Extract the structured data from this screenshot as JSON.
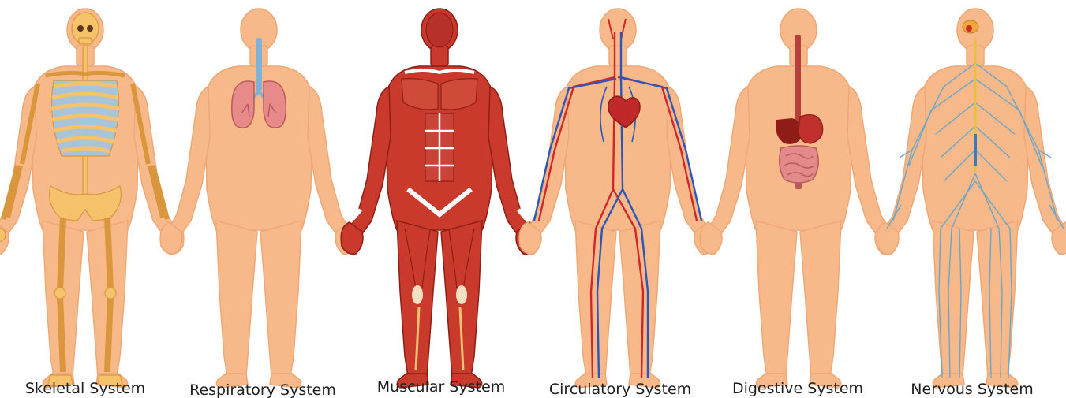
{
  "colors": {
    "skin": "#f8b98a",
    "skin_outline": "#eea876",
    "bone": "#f7c26c",
    "bone_dark": "#d9963d",
    "rib_gap": "#a8c4d8",
    "lung": "#e88a8a",
    "lung_outline": "#b65a5a",
    "trachea": "#7fb2d6",
    "muscle": "#c93a2c",
    "muscle_dark": "#8e1f15",
    "tendon": "#ffffff",
    "artery": "#d0282a",
    "vein": "#2a57b8",
    "heart": "#c0282a",
    "esophagus": "#b8403c",
    "stomach": "#c0302c",
    "liver": "#8e1d17",
    "intestine": "#e48a8a",
    "nerve": "#6aa6c8",
    "spinal_cord": "#e8c040",
    "brain": "#f1a83a",
    "label_text": "#1e1e1e"
  },
  "figures": [
    {
      "id": "skeletal",
      "label": "Skeletal System",
      "icon": "skeleton-icon"
    },
    {
      "id": "respiratory",
      "label": "Respiratory System",
      "icon": "lungs-icon"
    },
    {
      "id": "muscular",
      "label": "Muscular System",
      "icon": "muscle-icon"
    },
    {
      "id": "circulatory",
      "label": "Circulatory System",
      "icon": "heart-icon"
    },
    {
      "id": "digestive",
      "label": "Digestive System",
      "icon": "stomach-icon"
    },
    {
      "id": "nervous",
      "label": "Nervous System",
      "icon": "brain-icon"
    }
  ]
}
